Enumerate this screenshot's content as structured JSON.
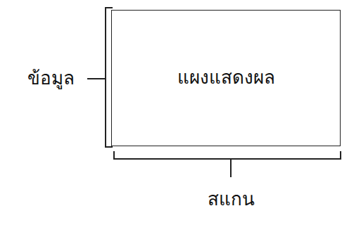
{
  "diagram": {
    "nodes": [
      {
        "text": [
          "แผงแสดงผล"
        ]
      }
    ],
    "labels": [
      "ข้อมูล",
      "สแกน"
    ]
  }
}
